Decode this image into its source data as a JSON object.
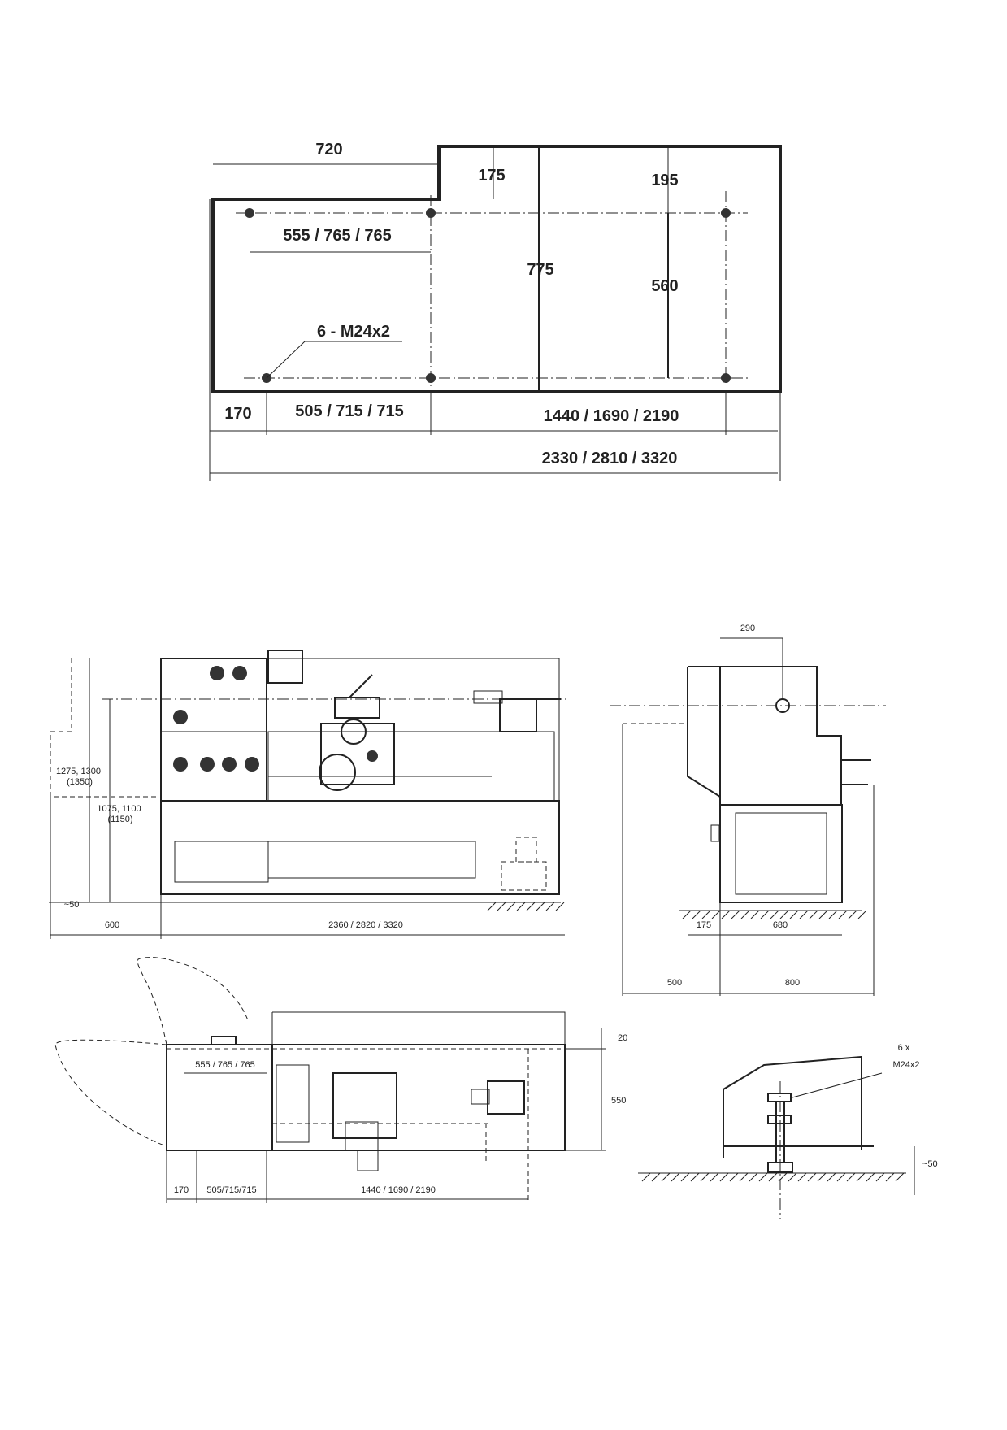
{
  "foundation_plan": {
    "dims": {
      "width_front": "720",
      "step_depth": "175",
      "rear_offset": "195",
      "hole_spacing_rear": "555 / 765 / 765",
      "depth_total": "775",
      "hole_depth": "560",
      "thread_note": "6 - M24x2",
      "offset_left": "170",
      "hole_spacing_front": "505 / 715 / 715",
      "hole_spacing_main": "1440 / 1690 / 2190",
      "length_total": "2330 / 2810 / 3320"
    }
  },
  "front_view": {
    "dims": {
      "height_max": "1275, 1300\n(1350)",
      "height_center": "1075, 1100\n(1150)",
      "floor_clearance": "~50",
      "left_clearance": "600",
      "length": "2360 / 2820 / 3320"
    }
  },
  "side_view": {
    "dims": {
      "top_width": "290",
      "foot_offset": "175",
      "base_width": "680",
      "left_clearance": "500",
      "total_depth": "800"
    }
  },
  "top_view": {
    "dims": {
      "rear_gap": "20",
      "depth": "550",
      "hole_spacing_rear": "555 / 765 / 765",
      "offset_left": "170",
      "hole_spacing_front": "505/715/715",
      "hole_spacing_main": "1440 / 1690 / 2190"
    }
  },
  "foot_detail": {
    "dims": {
      "bolt_count": "6 x",
      "thread": "M24x2",
      "clearance": "~50"
    }
  }
}
